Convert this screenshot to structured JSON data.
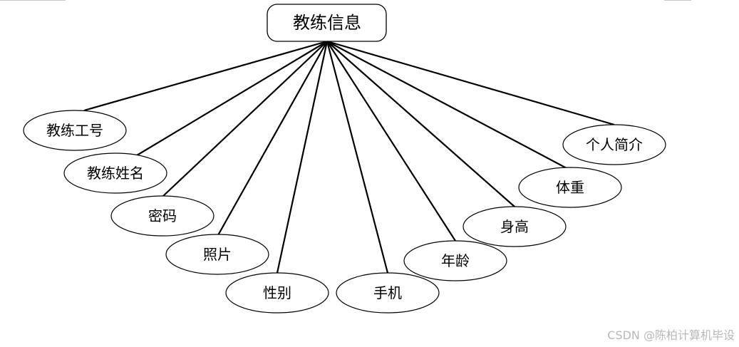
{
  "entity": {
    "label": "教练信息"
  },
  "attributes": [
    {
      "label": "教练工号"
    },
    {
      "label": "教练姓名"
    },
    {
      "label": "密码"
    },
    {
      "label": "照片"
    },
    {
      "label": "性别"
    },
    {
      "label": "手机"
    },
    {
      "label": "年龄"
    },
    {
      "label": "身高"
    },
    {
      "label": "体重"
    },
    {
      "label": "个人简介"
    }
  ],
  "watermark": "CSDN @陈柏计算机毕设"
}
